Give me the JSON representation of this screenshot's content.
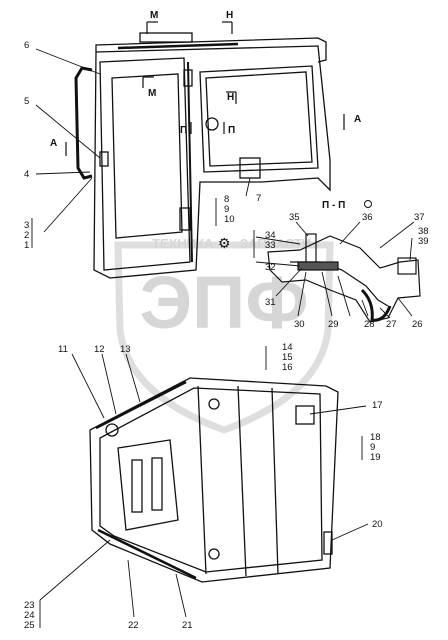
{
  "watermark": {
    "top_left": "ТЕХНИКА",
    "top_right": "ЗАПЧАСТИ",
    "logo": "ЭПФ"
  },
  "section_marks": {
    "m": "М",
    "h": "Н",
    "a": "А",
    "p": "П",
    "p_section": "П - П"
  },
  "callouts": {
    "c1": "1",
    "c2": "2",
    "c3": "3",
    "c4": "4",
    "c5": "5",
    "c6": "6",
    "c7": "7",
    "c8": "8",
    "c9a": "9",
    "c10": "10",
    "c11": "11",
    "c12": "12",
    "c13": "13",
    "c14": "14",
    "c15": "15",
    "c16": "16",
    "c17": "17",
    "c18": "18",
    "c9b": "9",
    "c19": "19",
    "c20": "20",
    "c21": "21",
    "c22": "22",
    "c23": "23",
    "c24": "24",
    "c25": "25",
    "c26": "26",
    "c27": "27",
    "c28": "28",
    "c29": "29",
    "c30": "30",
    "c31": "31",
    "c32": "32",
    "c33": "33",
    "c34": "34",
    "c35": "35",
    "c36": "36",
    "c37": "37",
    "c38": "38",
    "c39": "39"
  }
}
